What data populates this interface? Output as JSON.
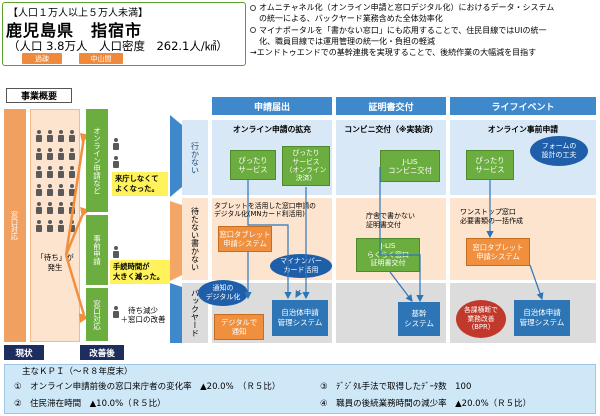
{
  "info": {
    "population_class": "【人口１万人以上５万人未満】",
    "city": "鹿児島県　指宿市",
    "detail": "（人口 3.8万人　人口密度　262.1人/㎢）",
    "tags": [
      "過疎",
      "中山間"
    ]
  },
  "summary": [
    "オムニチャネル化（オンライン申請と窓口デジタル化）におけるデータ・システム",
    "の統一による、バックヤード業務含めた全体効率化",
    "マイナポータルを「書かない窓口」にも応用することで、住民目線ではUIの統一",
    "化、職員目線では運用管理の統一化・負担の軽減",
    "→エンドトゥエンドでの基幹連携を実現することで、後続作業の大幅減を目指す"
  ],
  "section_title": "事業概要",
  "phases": {
    "current": "現状",
    "improved": "改善後"
  },
  "current": {
    "counter_label": "窓口対応",
    "waiting_text": "「待ち」が\n発生"
  },
  "green_tabs": {
    "online": "オンライン申請など",
    "advance": "事前申請",
    "counter": "窓口対応"
  },
  "bubbles": {
    "no_visit": "来庁しなくて\nよくなった。",
    "shorter": "手続時間が\n大きく減った。"
  },
  "after_text": "待ち減少\n＋窓口の改善",
  "columns": {
    "apply": "申請届出",
    "cert": "証明書交付",
    "life": "ライフイベント"
  },
  "rows": {
    "no_visit": "行かない",
    "no_wait": "待たない書かない",
    "backyard": "バックヤード"
  },
  "apply": {
    "subhead": "オンライン申請の拡充",
    "pittari": "ぴったり\nサービス",
    "pittari_online": "ぴったり\nサービス\n（オンライン決済）",
    "tablet_note": "タブレットを活用した窓口申請の\nデジタル化(MNカード利活用)",
    "tablet_sys": "窓口タブレット\n申請システム",
    "mynumber": "マイナンバー\nカード活用",
    "notify": "通知の\nデジタル化",
    "digital_notify": "デジタルで\n通知",
    "mgmt": "自治体申請\n管理システム"
  },
  "cert": {
    "subhead": "コンビニ交付（※実装済）",
    "jlis_conv": "J-LIS\nコンビニ交付",
    "counter_note": "庁舎で書かない\n証明書交付",
    "jlis_raku": "J-LIS\nらくらく窓口\n証明書交付",
    "core": "基幹\nシステム"
  },
  "life": {
    "subhead": "オンライン事前申請",
    "pittari": "ぴったり\nサービス",
    "form_design": "フォームの\n設計の工夫",
    "onestop": "ワンストップ窓口\n必要書類の一括作成",
    "tablet_sys": "窓口タブレット\n申請システム",
    "bpr": "各課横断で\n業務改善\n（BPR）",
    "mgmt": "自治体申請\n管理システム"
  },
  "kpi": {
    "title": "主なＫＰＩ（～Ｒ８年度末）",
    "items": [
      "①　オンライン申請前後の窓口来庁者の変化率　▲20.0%　（Ｒ５比）",
      "②　住民滞在時間　▲10.0%（Ｒ５比）",
      "③　ﾃﾞｼﾞﾀﾙ手法で取得したﾃﾞｰﾀ数　100",
      "④　職員の後続業務時間の減少率　▲20.0%（Ｒ５比）"
    ]
  },
  "colors": {
    "blue": "#3f88cc",
    "green": "#6cad3f",
    "orange": "#f0903f",
    "navy": "#1c2d5e",
    "kpi_bg": "#cfe8f7"
  }
}
